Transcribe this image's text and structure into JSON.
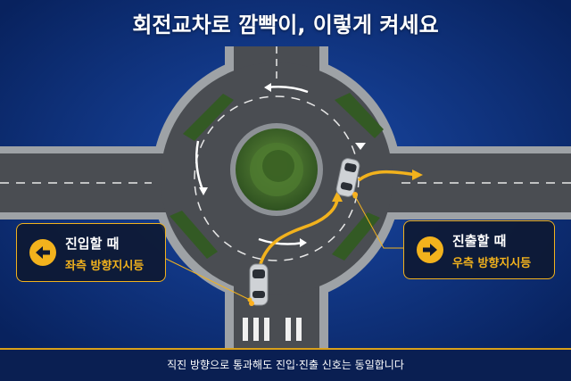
{
  "title": "회전교차로 깜빡이, 이렇게 켜세요",
  "callout_entry": {
    "line1": "진입할 때",
    "line2": "좌측 방향지시등",
    "icon": "arrow-left-icon"
  },
  "callout_exit": {
    "line1": "진출할 때",
    "line2": "우측 방향지시등",
    "icon": "arrow-right-icon"
  },
  "footer": "직진 방향으로 통과해도 진입·진출 신호는 동일합니다",
  "colors": {
    "background": "#0b2a6e",
    "accent": "#f2b21d",
    "road": "#4a4d52",
    "island": "#3f6b2c"
  }
}
